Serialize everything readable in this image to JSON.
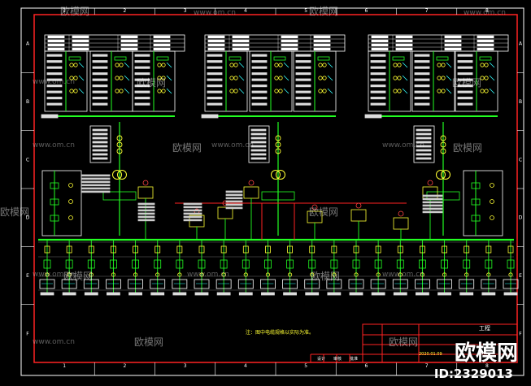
{
  "grid": {
    "columns": [
      "1",
      "2",
      "3",
      "4",
      "5",
      "6",
      "7",
      "8"
    ],
    "rows": [
      "A",
      "B",
      "C",
      "D",
      "E",
      "F"
    ]
  },
  "watermarks": {
    "brand": "欧模网",
    "url": "www.om.cn"
  },
  "note": "注：图中电缆规格以实际为准。",
  "title_block": {
    "project_label": "工程",
    "date": "2020.01.09",
    "signature_labels": [
      "设计",
      "审核",
      "批准"
    ]
  },
  "brand_logo": "欧模网",
  "brand_id": "ID:2329013",
  "colors": {
    "frame": "#ff2222",
    "bus": "#22ff22",
    "device": "#ffff33",
    "text": "#ffffff",
    "cyan": "#33ffff"
  }
}
